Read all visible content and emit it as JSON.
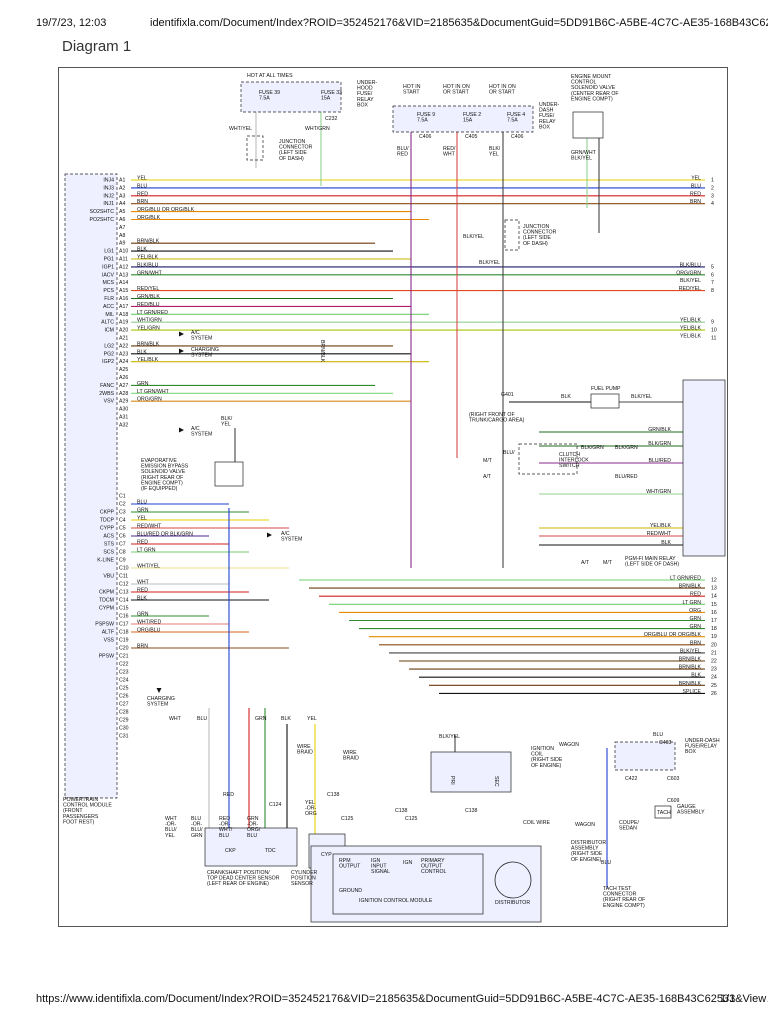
{
  "header": {
    "date": "19/7/23, 12:03",
    "url": "identifixla.com/Document/Index?ROID=352452176&VID=2185635&DocumentGuid=5DD91B6C-A5BE-4C7C-AE35-168B43C62531…"
  },
  "title": "Diagram 1",
  "footer": {
    "url": "https://www.identifixla.com/Document/Index?ROID=352452176&VID=2185635&DocumentGuid=5DD91B6C-A5BE-4C7C-AE35-168B43C62531&View…",
    "page": "1/3"
  },
  "pcm": {
    "pins_a": [
      {
        "pin": "A1",
        "func": "INJ4",
        "wire": "YEL",
        "color": "#e6d000",
        "term": "YEL",
        "num": "1"
      },
      {
        "pin": "A2",
        "func": "INJ3",
        "wire": "BLU",
        "color": "#1f3fcf",
        "term": "BLU",
        "num": "2"
      },
      {
        "pin": "A3",
        "func": "INJ2",
        "wire": "RED",
        "color": "#d61f1f",
        "term": "RED",
        "num": "3"
      },
      {
        "pin": "A4",
        "func": "INJ1",
        "wire": "BRN",
        "color": "#8a4b12",
        "term": "BRN",
        "num": "4"
      },
      {
        "pin": "A5",
        "func": "SO2SHTC",
        "wire": "ORG/BLU OR ORG/BLK",
        "color": "#e88a00",
        "term": "",
        "num": ""
      },
      {
        "pin": "A6",
        "func": "PO2SHTC",
        "wire": "ORG/BLK",
        "color": "#e88a00",
        "term": "",
        "num": ""
      },
      {
        "pin": "A7",
        "func": "",
        "wire": "",
        "color": "",
        "term": "",
        "num": ""
      },
      {
        "pin": "A8",
        "func": "",
        "wire": "",
        "color": "",
        "term": "",
        "num": ""
      },
      {
        "pin": "A9",
        "func": "",
        "wire": "BRN/BLK",
        "color": "#6b3a0e",
        "term": "",
        "num": ""
      },
      {
        "pin": "A10",
        "func": "LG1",
        "wire": "BLK",
        "color": "#111",
        "term": "",
        "num": ""
      },
      {
        "pin": "A11",
        "func": "PG1",
        "wire": "YEL/BLK",
        "color": "#c9b400",
        "term": "",
        "num": ""
      },
      {
        "pin": "A12",
        "func": "IGP1",
        "wire": "BLK/BLU",
        "color": "#1a1a6b",
        "term": "BLK/BLU",
        "num": "5"
      },
      {
        "pin": "A13",
        "func": "IACV",
        "wire": "GRN/WHT",
        "color": "#2e8b2e",
        "term": "ORG/GRN",
        "num": "6"
      },
      {
        "pin": "A14",
        "func": "MCS",
        "wire": "",
        "color": "",
        "term": "BLK/YEL",
        "num": "7"
      },
      {
        "pin": "A15",
        "func": "PCS",
        "wire": "RED/YEL",
        "color": "#e04a1a",
        "term": "RED/YEL",
        "num": "8"
      },
      {
        "pin": "A16",
        "func": "FLR",
        "wire": "GRN/BLK",
        "color": "#1f6b1f",
        "term": "",
        "num": ""
      },
      {
        "pin": "A17",
        "func": "ACC",
        "wire": "RED/BLU",
        "color": "#b01f6b",
        "term": "",
        "num": ""
      },
      {
        "pin": "A18",
        "func": "MIL",
        "wire": "LT GRN/RED",
        "color": "#6fcf6f",
        "term": "",
        "num": ""
      },
      {
        "pin": "A19",
        "func": "ALTC",
        "wire": "WHT/GRN",
        "color": "#8fcf8f",
        "term": "YEL/BLK",
        "num": "9"
      },
      {
        "pin": "A20",
        "func": "ICM",
        "wire": "YEL/GRN",
        "color": "#a8c400",
        "term": "YEL/BLK",
        "num": "10"
      },
      {
        "pin": "A21",
        "func": "",
        "wire": "",
        "color": "",
        "term": "YEL/BLK",
        "num": "11"
      },
      {
        "pin": "A22",
        "func": "LG2",
        "wire": "BRN/BLK",
        "color": "#6b3a0e",
        "term": "",
        "num": ""
      },
      {
        "pin": "A23",
        "func": "PG2",
        "wire": "BLK",
        "color": "#111",
        "term": "",
        "num": ""
      },
      {
        "pin": "A24",
        "func": "IGP2",
        "wire": "YEL/BLK",
        "color": "#c9b400",
        "term": "",
        "num": ""
      },
      {
        "pin": "A25",
        "func": "",
        "wire": "",
        "color": "",
        "term": "",
        "num": ""
      },
      {
        "pin": "A26",
        "func": "",
        "wire": "",
        "color": "",
        "term": "",
        "num": ""
      },
      {
        "pin": "A27",
        "func": "FANC",
        "wire": "GRN",
        "color": "#2e8b2e",
        "term": "",
        "num": ""
      },
      {
        "pin": "A28",
        "func": "2WBS",
        "wire": "LT GRN/WHT",
        "color": "#7fd77f",
        "term": "",
        "num": ""
      },
      {
        "pin": "A29",
        "func": "VSV",
        "wire": "ORG/GRN",
        "color": "#d88a1a",
        "term": "",
        "num": ""
      },
      {
        "pin": "A30",
        "func": "",
        "wire": "",
        "color": "",
        "term": "",
        "num": ""
      },
      {
        "pin": "A31",
        "func": "",
        "wire": "",
        "color": "",
        "term": "",
        "num": ""
      },
      {
        "pin": "A32",
        "func": "",
        "wire": "",
        "color": "",
        "term": "",
        "num": ""
      }
    ],
    "pins_c": [
      {
        "pin": "C1",
        "func": "",
        "wire": "",
        "color": ""
      },
      {
        "pin": "C2",
        "func": "",
        "wire": "BLU",
        "color": "#1f3fcf"
      },
      {
        "pin": "C3",
        "func": "CKPP",
        "wire": "GRN",
        "color": "#2e8b2e"
      },
      {
        "pin": "C4",
        "func": "TDCP",
        "wire": "YEL",
        "color": "#e6d000"
      },
      {
        "pin": "C5",
        "func": "CYPP",
        "wire": "RED/WHT",
        "color": "#d64a4a"
      },
      {
        "pin": "C6",
        "func": "ACS",
        "wire": "BLU/RED OR BLK/GRN",
        "color": "#4a2a8a"
      },
      {
        "pin": "C7",
        "func": "STS",
        "wire": "RED",
        "color": "#d61f1f"
      },
      {
        "pin": "C8",
        "func": "SCS",
        "wire": "LT GRN",
        "color": "#6fcf6f"
      },
      {
        "pin": "C9",
        "func": "K-LINE",
        "wire": "",
        "color": ""
      },
      {
        "pin": "C10",
        "func": "",
        "wire": "WHT/YEL",
        "color": "#e6e08a"
      },
      {
        "pin": "C11",
        "func": "VBU",
        "wire": "",
        "color": ""
      },
      {
        "pin": "C12",
        "func": "",
        "wire": "WHT",
        "color": "#bbbbbb"
      },
      {
        "pin": "C13",
        "func": "CKPM",
        "wire": "RED",
        "color": "#d61f1f"
      },
      {
        "pin": "C14",
        "func": "TDCM",
        "wire": "BLK",
        "color": "#111"
      },
      {
        "pin": "C15",
        "func": "CYPM",
        "wire": "",
        "color": ""
      },
      {
        "pin": "C16",
        "func": "",
        "wire": "GRN",
        "color": "#2e8b2e"
      },
      {
        "pin": "C17",
        "func": "PSPSW",
        "wire": "WHT/RED",
        "color": "#e07a7a"
      },
      {
        "pin": "C18",
        "func": "ALTF",
        "wire": "ORG/BLU",
        "color": "#d6661f"
      },
      {
        "pin": "C19",
        "func": "VSS",
        "wire": "",
        "color": ""
      },
      {
        "pin": "C20",
        "func": "",
        "wire": "BRN",
        "color": "#8a4b12"
      },
      {
        "pin": "C21",
        "func": "PPSW",
        "wire": "",
        "color": ""
      },
      {
        "pin": "C22",
        "func": "",
        "wire": "",
        "color": ""
      },
      {
        "pin": "C23",
        "func": "",
        "wire": "",
        "color": ""
      },
      {
        "pin": "C24",
        "func": "",
        "wire": "",
        "color": ""
      },
      {
        "pin": "C25",
        "func": "",
        "wire": "",
        "color": ""
      },
      {
        "pin": "C26",
        "func": "",
        "wire": "",
        "color": ""
      },
      {
        "pin": "C27",
        "func": "",
        "wire": "",
        "color": ""
      },
      {
        "pin": "C28",
        "func": "",
        "wire": "",
        "color": ""
      },
      {
        "pin": "C29",
        "func": "",
        "wire": "",
        "color": ""
      },
      {
        "pin": "C30",
        "func": "",
        "wire": "",
        "color": ""
      },
      {
        "pin": "C31",
        "func": "",
        "wire": "",
        "color": ""
      }
    ],
    "label": [
      "POWERTRAIN",
      "CONTROL MODULE",
      "(FRONT",
      "PASSENGERS",
      "FOOT REST)"
    ]
  },
  "right_terminals": [
    {
      "wire": "LT GRN/RED",
      "num": "12",
      "color": "#6fcf6f"
    },
    {
      "wire": "BRN/BLK",
      "num": "13",
      "color": "#6b3a0e"
    },
    {
      "wire": "RED",
      "num": "14",
      "color": "#d61f1f"
    },
    {
      "wire": "LT GRN",
      "num": "15",
      "color": "#6fcf6f"
    },
    {
      "wire": "ORG",
      "num": "16",
      "color": "#e88a00"
    },
    {
      "wire": "GRN",
      "num": "17",
      "color": "#2e8b2e"
    },
    {
      "wire": "GRN",
      "num": "18",
      "color": "#2e8b2e"
    },
    {
      "wire": "ORG/BLU OR ORG/BLK",
      "num": "19",
      "color": "#e88a00"
    },
    {
      "wire": "BRN",
      "num": "20",
      "color": "#8a4b12"
    },
    {
      "wire": "BLK/YEL",
      "num": "21",
      "color": "#444"
    },
    {
      "wire": "BRN/BLK",
      "num": "22",
      "color": "#6b3a0e"
    },
    {
      "wire": "BRN/BLK",
      "num": "23",
      "color": "#6b3a0e"
    },
    {
      "wire": "BLK",
      "num": "24",
      "color": "#111"
    },
    {
      "wire": "BRN/BLK",
      "num": "25",
      "color": "#6b3a0e"
    },
    {
      "wire": "SPLICE",
      "num": "26",
      "color": "#111"
    }
  ],
  "fuse_box_underhood": {
    "heading": "HOT AT ALL TIMES",
    "fuse1": [
      "FUSE 39",
      "7.5A"
    ],
    "fuse2": [
      "FUSE 33",
      "15A"
    ],
    "connector": "C232",
    "label": [
      "UNDER-",
      "HOOD",
      "FUSE/",
      "RELAY",
      "BOX"
    ],
    "wire1": "WHT/YEL",
    "wire2": "WHT/GRN"
  },
  "fuse_box_underdash": {
    "heading1": [
      "HOT IN",
      "START"
    ],
    "heading2": [
      "HOT IN ON",
      "OR START"
    ],
    "heading3": [
      "HOT IN ON",
      "OR START"
    ],
    "fuse1": [
      "FUSE 9",
      "7.5A"
    ],
    "fuse2": [
      "FUSE 2",
      "15A"
    ],
    "fuse3": [
      "FUSE 4",
      "7.5A"
    ],
    "connectors": [
      "C406",
      "C405",
      "C406"
    ],
    "label": [
      "UNDER-",
      "DASH",
      "FUSE/",
      "RELAY",
      "BOX"
    ],
    "wires": [
      "BLU/RED",
      "RED/WHT",
      "BLK/YEL"
    ]
  },
  "junction_connector_1": [
    "JUNCTION",
    "CONNECTOR",
    "(LEFT SIDE",
    "OF DASH)"
  ],
  "junction_connector_2": [
    "JUNCTION",
    "CONNECTOR",
    "(LEFT SIDE",
    "OF DASH)"
  ],
  "engine_mount": {
    "label": [
      "ENGINE MOUNT",
      "CONTROL",
      "SOLENOID VALVE",
      "(CENTER REAR OF",
      "ENGINE COMPT)"
    ],
    "wires": [
      "GRN/WHT",
      "BLK/YEL"
    ]
  },
  "fuel_pump": {
    "label": "FUEL PUMP",
    "ground": "G401",
    "ground_note": [
      "(RIGHT FRONT OF",
      "TRUNK/CARGO AREA)"
    ],
    "wire": "BLK/YEL"
  },
  "clutch_switch": {
    "label": [
      "CLUTCH",
      "INTERLOCK",
      "SWITCH"
    ],
    "mt": "M/T",
    "at": "A/T",
    "wires": [
      "BLU/RED",
      "BLK/GRN",
      "BLU/RED"
    ]
  },
  "main_relay": {
    "label": [
      "PGM-FI MAIN RELAY",
      "(LEFT SIDE OF DASH)"
    ],
    "wires": [
      "GRN/BLK",
      "BLK/GRN",
      "BLU/RED",
      "WHT/GRN",
      "YEL/BLK",
      "RED/WHT",
      "BLK"
    ]
  },
  "evap": {
    "label": [
      "EVAPORATIVE",
      "EMISSION BYPASS",
      "SOLENOID VALVE",
      "(RIGHT REAR OF",
      "ENGINE COMPT)",
      "(IF EQUIPPED)"
    ],
    "wire": "BLK/YEL"
  },
  "systems": {
    "ac1": [
      "A/C",
      "SYSTEM"
    ],
    "charging1": [
      "CHARGING",
      "SYSTEM"
    ],
    "ac2": [
      "A/C",
      "SYSTEM"
    ],
    "ac3": [
      "A/C",
      "SYSTEM"
    ],
    "charging2": [
      "CHARGING",
      "SYSTEM"
    ]
  },
  "ckp_sensor": {
    "label": [
      "CRANKSHAFT POSITION/",
      "TOP DEAD CENTER SENSOR",
      "(LEFT REAR OF ENGINE)"
    ],
    "ckp": "CKP",
    "tdc": "TDC",
    "wires": [
      "WHT",
      "BLU",
      "RED",
      "GRN",
      "WHT",
      "-OR-",
      "BLU/",
      "YEL",
      "BLU",
      "-OR-",
      "BLU/",
      "GRN",
      "RED",
      "-OR-",
      "WHT/",
      "BLU",
      "GRN",
      "-OR-",
      "ORG/",
      "BLU"
    ]
  },
  "cyp_sensor": {
    "label": [
      "CYLINDER",
      "POSITION",
      "SENSOR"
    ],
    "cyp": "CYP",
    "wires": [
      "BLK",
      "YEL",
      "-OR-",
      "ORG"
    ]
  },
  "icm": {
    "label": "IGNITION CONTROL MODULE",
    "rpm": [
      "RPM",
      "OUTPUT"
    ],
    "ign_input": [
      "IGN",
      "INPUT",
      "SIGNAL"
    ],
    "ign": "IGN",
    "primary": [
      "PRIMARY",
      "OUTPUT",
      "CONTROL"
    ],
    "ground": "GROUND"
  },
  "ignition_coil": {
    "label": [
      "IGNITION",
      "COIL",
      "(RIGHT SIDE",
      "OF ENGINE)"
    ],
    "pri": "PRI",
    "sec": "SEC",
    "wire": "BLK/YEL",
    "coil_wire": "COIL WIRE"
  },
  "distributor": {
    "label": [
      "DISTRIBUTOR",
      "ASSEMBLY",
      "(RIGHT SIDE",
      "OF ENGINE)"
    ],
    "name": "DISTRIBUTOR"
  },
  "tach": {
    "wagon": "WAGON",
    "coupe": [
      "COUPE/",
      "SEDAN"
    ],
    "fuse_box": [
      "UNDER-DASH",
      "FUSE/RELAY",
      "BOX"
    ],
    "connectors": [
      "C403",
      "C422",
      "C603",
      "C609"
    ],
    "gauge": [
      "GAUGE",
      "ASSEMBLY"
    ],
    "tach": "TACH",
    "test": [
      "TACH TEST",
      "CONNECTOR",
      "(RIGHT REAR OF",
      "ENGINE COMPT)"
    ],
    "wire": "BLU"
  },
  "misc": {
    "wire_braid_1": [
      "WIRE",
      "BRAID"
    ],
    "wire_braid_2": [
      "WIRE",
      "BRAID"
    ],
    "connectors": [
      "C124",
      "C138",
      "C125",
      "C138",
      "C125",
      "C138"
    ],
    "charging": [
      "CHARGING",
      "SYSTEM"
    ],
    "brn_blk_vertical": "BRN/BLK",
    "blk_yel": "BLK/YEL",
    "blk_yel2": "BLK/YEL",
    "blk": "BLK",
    "at": "A/T",
    "mt": "M/T",
    "blu": "BLU",
    "blk_yel_v": "BLK/YEL"
  }
}
